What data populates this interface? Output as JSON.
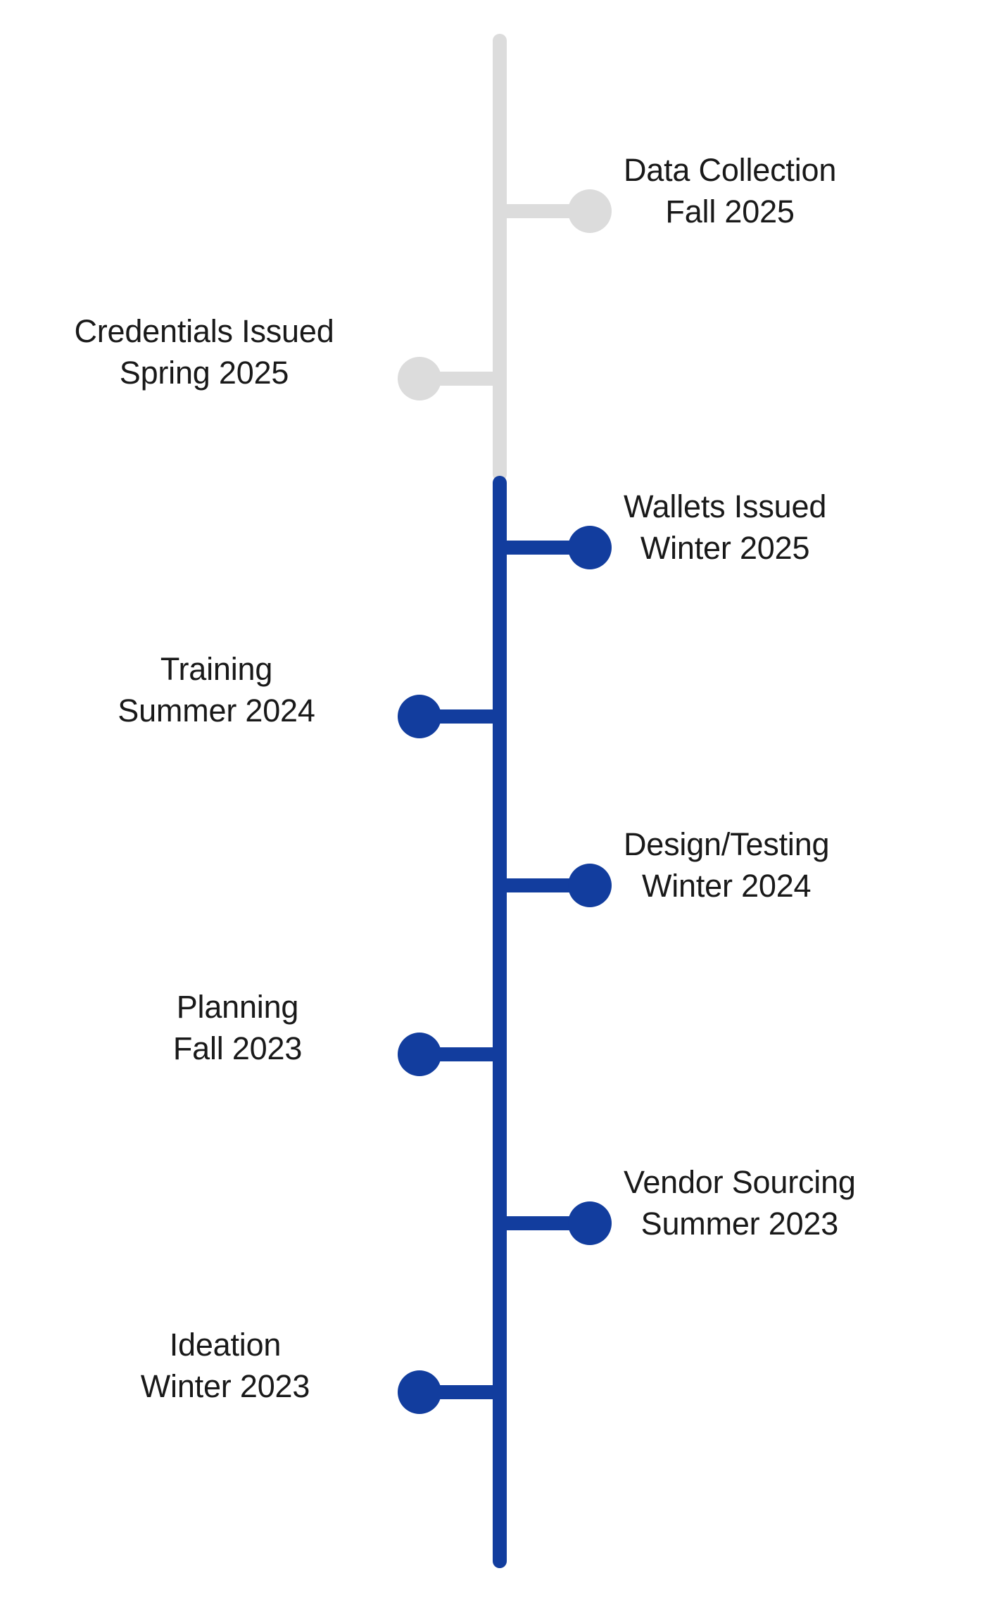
{
  "diagram": {
    "type": "vertical-timeline",
    "title": "",
    "orientation": "vertical",
    "spine": {
      "upcoming_color": "#dcdcdc",
      "completed_color": "#123d9e",
      "text_color": "#191919"
    },
    "milestones": [
      {
        "id": "data-collection",
        "title": "Data Collection",
        "date": "Fall 2025",
        "side": "right",
        "state": "upcoming"
      },
      {
        "id": "credentials-issued",
        "title": "Credentials Issued",
        "date": "Spring 2025",
        "side": "left",
        "state": "upcoming"
      },
      {
        "id": "wallets-issued",
        "title": "Wallets Issued",
        "date": "Winter 2025",
        "side": "right",
        "state": "completed"
      },
      {
        "id": "training",
        "title": "Training",
        "date": "Summer 2024",
        "side": "left",
        "state": "completed"
      },
      {
        "id": "design-testing",
        "title": "Design/Testing",
        "date": "Winter 2024",
        "side": "right",
        "state": "completed"
      },
      {
        "id": "planning",
        "title": "Planning",
        "date": "Fall 2023",
        "side": "left",
        "state": "completed"
      },
      {
        "id": "vendor-sourcing",
        "title": "Vendor Sourcing",
        "date": "Summer 2023",
        "side": "right",
        "state": "completed"
      },
      {
        "id": "ideation",
        "title": "Ideation",
        "date": "Winter 2023",
        "side": "left",
        "state": "completed"
      }
    ]
  }
}
